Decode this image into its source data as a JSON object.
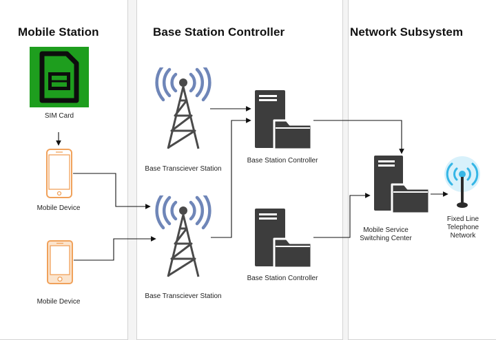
{
  "sections": {
    "mobile_station": "Mobile Station",
    "base_station_controller": "Base Station Controller",
    "network_subsystem": "Network Subsystem"
  },
  "nodes": {
    "sim_card": "SIM Card",
    "mobile_device_1": "Mobile Device",
    "mobile_device_2": "Mobile Device",
    "bts_1": "Base Transciever Station",
    "bts_2": "Base Transciever Station",
    "bsc_1": "Base Station Controller",
    "bsc_2": "Base Station Controller",
    "msc_line1": "Mobile Service",
    "msc_line2": "Switching Center",
    "fixed_line1": "Fixed Line",
    "fixed_line2": "Telephone",
    "fixed_line3": "Network"
  },
  "icons": {
    "sim": "sim-card-icon",
    "phone": "mobile-phone-icon",
    "tower": "radio-tower-icon",
    "server": "server-icon",
    "folder": "folder-icon",
    "antenna": "wifi-antenna-icon"
  },
  "colors": {
    "sim_background": "#1e9e1e",
    "phone_outline": "#f0a15a",
    "tower_waves": "#6f86b8",
    "tower_body": "#4a4a4a",
    "server": "#3d3d3d",
    "antenna_glow": "#35b6e6",
    "connector": "#111111"
  }
}
